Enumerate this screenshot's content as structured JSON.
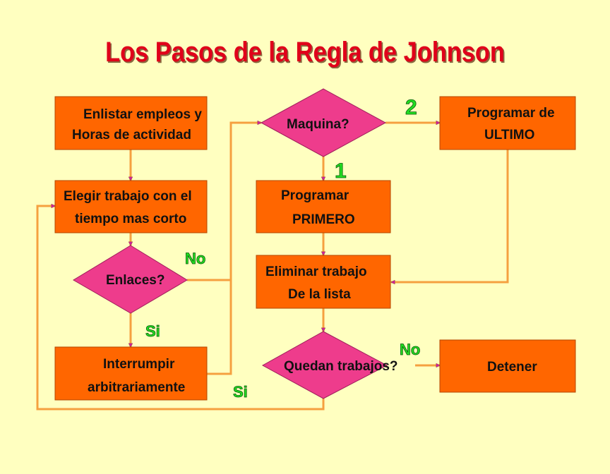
{
  "title": "Los Pasos de la Regla de Johnson",
  "colors": {
    "background": "#FFFFC0",
    "box_fill": "#FF6600",
    "diamond_fill": "#EE3C8C",
    "connector": "#F5A040",
    "arrowhead": "#CC2299",
    "label_green": "#22DD22",
    "title": "#E0001A"
  },
  "nodes": {
    "enlistar": {
      "line1": "Enlistar empleos y",
      "line2": "Horas de actividad"
    },
    "elegir": {
      "line1": "Elegir trabajo con el",
      "line2": "tiempo mas corto"
    },
    "enlaces": {
      "label": "Enlaces?"
    },
    "interrumpir": {
      "line1": "Interrumpir",
      "line2": "arbitrariamente"
    },
    "maquina": {
      "label": "Maquina?"
    },
    "programar_primero": {
      "line1": "Programar",
      "line2": "PRIMERO"
    },
    "programar_ultimo": {
      "line1": "Programar de",
      "line2": "ULTIMO"
    },
    "eliminar": {
      "line1": "Eliminar trabajo",
      "line2": "De la lista"
    },
    "quedan": {
      "label": "Quedan trabajos?"
    },
    "detener": {
      "label": "Detener"
    }
  },
  "edge_labels": {
    "enlaces_no": "No",
    "enlaces_si": "Si",
    "maquina_1": "1",
    "maquina_2": "2",
    "quedan_no": "No",
    "quedan_si": "Si"
  }
}
